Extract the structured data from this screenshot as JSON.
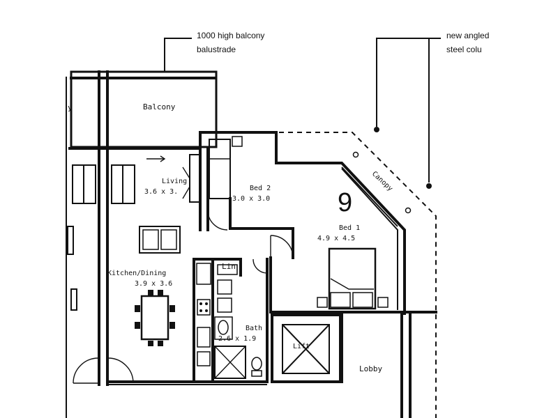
{
  "unit_number": "9",
  "annotations": {
    "balustrade_line1": "1000 high balcony",
    "balustrade_line2": "balustrade",
    "columns_line1": "new angled",
    "columns_line2": "steel colu"
  },
  "rooms": {
    "balcony": "Balcony",
    "living": "Living",
    "living_size": "3.6 x 3.",
    "bed2": "Bed 2",
    "bed2_size": "3.0 x 3.0",
    "bed1": "Bed 1",
    "bed1_size": "4.9 x 4.5",
    "kitchen": "Kitchen/Dining",
    "kitchen_size": "3.9 x 3.6",
    "bath": "Bath",
    "bath_size": "2.6 x 1.9",
    "lift": "Lift",
    "lobby": "Lobby",
    "canopy": "Canopy",
    "linen": "Lin",
    "left_cut": "y"
  }
}
